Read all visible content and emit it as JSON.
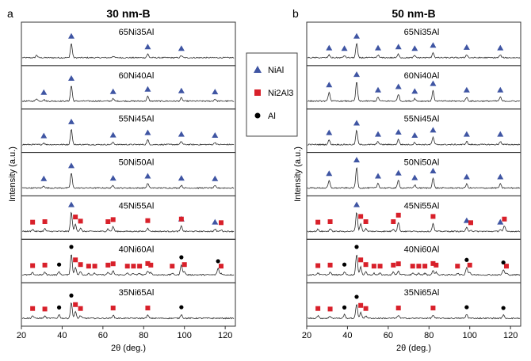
{
  "colors": {
    "NiAl": "#3f55a3",
    "Ni2Al3": "#d8202a",
    "Al": "#000000",
    "trace": "#2a2a2a"
  },
  "legend": {
    "placement": "center, between panels",
    "items": [
      {
        "key": "NiAl",
        "label": "NiAl",
        "marker": "triangle"
      },
      {
        "key": "Ni2Al3",
        "label": "Ni2Al3",
        "marker": "square"
      },
      {
        "key": "Al",
        "label": "Al",
        "marker": "circle"
      }
    ]
  },
  "chart_data": [
    {
      "type": "line",
      "panel_letter": "a",
      "title": "30 nm-B",
      "xlabel": "2θ (deg.)",
      "ylabel": "Intensity (a.u.)",
      "xlim": [
        20,
        125
      ],
      "xticks": [
        20,
        40,
        60,
        80,
        100,
        120
      ],
      "series": [
        {
          "name": "65Ni35Al",
          "peaks": [
            [
              44.5,
              0.55
            ],
            [
              65,
              0.06
            ],
            [
              82,
              0.14
            ],
            [
              98.5,
              0.08
            ],
            [
              27.5,
              0.1
            ]
          ],
          "markers": [
            {
              "phase": "NiAl",
              "x": [
                44.5,
                82,
                98.5
              ]
            }
          ]
        },
        {
          "name": "60Ni40Al",
          "peaks": [
            [
              31,
              0.06
            ],
            [
              44.5,
              0.6
            ],
            [
              65,
              0.09
            ],
            [
              82,
              0.18
            ],
            [
              98.5,
              0.12
            ],
            [
              115,
              0.08
            ],
            [
              27.5,
              0.1
            ]
          ],
          "markers": [
            {
              "phase": "NiAl",
              "x": [
                31,
                44.5,
                65,
                82,
                98.5,
                115
              ]
            }
          ]
        },
        {
          "name": "55Ni45Al",
          "peaks": [
            [
              31,
              0.06
            ],
            [
              44.5,
              0.6
            ],
            [
              65,
              0.09
            ],
            [
              82,
              0.18
            ],
            [
              98.5,
              0.12
            ],
            [
              115,
              0.08
            ]
          ],
          "markers": [
            {
              "phase": "NiAl",
              "x": [
                31,
                44.5,
                65,
                82,
                98.5,
                115
              ]
            }
          ]
        },
        {
          "name": "50Ni50Al",
          "peaks": [
            [
              31,
              0.08
            ],
            [
              44.5,
              0.58
            ],
            [
              65,
              0.1
            ],
            [
              82,
              0.18
            ],
            [
              98.5,
              0.1
            ],
            [
              115,
              0.08
            ]
          ],
          "markers": [
            {
              "phase": "NiAl",
              "x": [
                31,
                44.5,
                65,
                82,
                98.5,
                115
              ]
            }
          ]
        },
        {
          "name": "45Ni55Al",
          "peaks": [
            [
              25.5,
              0.08
            ],
            [
              31.5,
              0.1
            ],
            [
              44.5,
              0.75
            ],
            [
              46.5,
              0.28
            ],
            [
              49,
              0.12
            ],
            [
              62.5,
              0.1
            ],
            [
              65,
              0.18
            ],
            [
              82,
              0.14
            ],
            [
              98.5,
              0.2
            ],
            [
              115,
              0.08
            ],
            [
              118,
              0.06
            ]
          ],
          "markers": [
            {
              "phase": "NiAl",
              "x": [
                44.5,
                98.5,
                115
              ]
            },
            {
              "phase": "Ni2Al3",
              "x": [
                25.5,
                31.5,
                46.5,
                49,
                62.5,
                65,
                82,
                98.5,
                118
              ]
            }
          ]
        },
        {
          "name": "40Ni60Al",
          "peaks": [
            [
              25.5,
              0.08
            ],
            [
              31.5,
              0.1
            ],
            [
              38.5,
              0.12
            ],
            [
              44.5,
              0.8
            ],
            [
              46.5,
              0.3
            ],
            [
              49,
              0.12
            ],
            [
              53,
              0.06
            ],
            [
              56,
              0.06
            ],
            [
              62.5,
              0.1
            ],
            [
              65,
              0.15
            ],
            [
              72,
              0.06
            ],
            [
              75,
              0.06
            ],
            [
              78,
              0.06
            ],
            [
              82,
              0.16
            ],
            [
              83.5,
              0.1
            ],
            [
              94,
              0.06
            ],
            [
              98.5,
              0.4
            ],
            [
              100,
              0.12
            ],
            [
              116.5,
              0.25
            ],
            [
              118,
              0.06
            ]
          ],
          "markers": [
            {
              "phase": "Ni2Al3",
              "x": [
                25.5,
                31.5,
                46.5,
                49,
                53,
                56,
                62.5,
                65,
                72,
                75,
                78,
                82,
                83.5,
                94,
                100,
                118
              ]
            },
            {
              "phase": "Al",
              "x": [
                38.5,
                44.5,
                98.5,
                116.5
              ]
            }
          ]
        },
        {
          "name": "35Ni65Al",
          "peaks": [
            [
              25.5,
              0.1
            ],
            [
              31.5,
              0.08
            ],
            [
              38.5,
              0.14
            ],
            [
              44.5,
              0.6
            ],
            [
              46.5,
              0.25
            ],
            [
              49,
              0.1
            ],
            [
              65,
              0.12
            ],
            [
              82,
              0.12
            ],
            [
              98.5,
              0.15
            ]
          ],
          "markers": [
            {
              "phase": "Ni2Al3",
              "x": [
                25.5,
                31.5,
                46.5,
                49,
                65,
                82
              ]
            },
            {
              "phase": "Al",
              "x": [
                38.5,
                44.5,
                98.5
              ]
            }
          ]
        }
      ]
    },
    {
      "type": "line",
      "panel_letter": "b",
      "title": "50 nm-B",
      "xlabel": "2θ (deg.)",
      "ylabel": "Intensity (a.u.)",
      "xlim": [
        20,
        125
      ],
      "xticks": [
        20,
        40,
        60,
        80,
        100,
        120
      ],
      "series": [
        {
          "name": "65Ni35Al",
          "peaks": [
            [
              31,
              0.1
            ],
            [
              38.5,
              0.08
            ],
            [
              44.5,
              0.55
            ],
            [
              55,
              0.1
            ],
            [
              65,
              0.14
            ],
            [
              73,
              0.08
            ],
            [
              82,
              0.2
            ],
            [
              98.5,
              0.12
            ],
            [
              115,
              0.1
            ]
          ],
          "markers": [
            {
              "phase": "NiAl",
              "x": [
                31,
                38.5,
                44.5,
                55,
                65,
                73,
                82,
                98.5,
                115
              ]
            }
          ]
        },
        {
          "name": "60Ni40Al",
          "peaks": [
            [
              31,
              0.35
            ],
            [
              44.5,
              0.75
            ],
            [
              55,
              0.15
            ],
            [
              65,
              0.28
            ],
            [
              73,
              0.1
            ],
            [
              82,
              0.4
            ],
            [
              98.5,
              0.15
            ],
            [
              115,
              0.15
            ]
          ],
          "markers": [
            {
              "phase": "NiAl",
              "x": [
                31,
                44.5,
                55,
                65,
                73,
                82,
                98.5,
                115
              ]
            }
          ]
        },
        {
          "name": "55Ni45Al",
          "peaks": [
            [
              31,
              0.18
            ],
            [
              44.5,
              0.55
            ],
            [
              55,
              0.12
            ],
            [
              65,
              0.2
            ],
            [
              73,
              0.08
            ],
            [
              82,
              0.28
            ],
            [
              98.5,
              0.12
            ],
            [
              115,
              0.12
            ]
          ],
          "markers": [
            {
              "phase": "NiAl",
              "x": [
                31,
                44.5,
                55,
                65,
                73,
                82,
                98.5,
                115
              ]
            }
          ]
        },
        {
          "name": "50Ni50Al",
          "peaks": [
            [
              31,
              0.28
            ],
            [
              44.5,
              0.8
            ],
            [
              55,
              0.18
            ],
            [
              65,
              0.3
            ],
            [
              73,
              0.12
            ],
            [
              82,
              0.38
            ],
            [
              98.5,
              0.15
            ],
            [
              115,
              0.15
            ]
          ],
          "markers": [
            {
              "phase": "NiAl",
              "x": [
                31,
                44.5,
                55,
                65,
                73,
                82,
                98.5,
                115
              ]
            }
          ]
        },
        {
          "name": "45Ni55Al",
          "peaks": [
            [
              25.5,
              0.08
            ],
            [
              31.5,
              0.1
            ],
            [
              44.5,
              0.75
            ],
            [
              46.5,
              0.3
            ],
            [
              49,
              0.1
            ],
            [
              62.5,
              0.1
            ],
            [
              65,
              0.35
            ],
            [
              82,
              0.3
            ],
            [
              98.5,
              0.14
            ],
            [
              100.5,
              0.06
            ],
            [
              115,
              0.08
            ],
            [
              117,
              0.2
            ]
          ],
          "markers": [
            {
              "phase": "NiAl",
              "x": [
                44.5,
                98.5,
                115
              ]
            },
            {
              "phase": "Ni2Al3",
              "x": [
                25.5,
                31.5,
                46.5,
                49,
                62.5,
                65,
                82,
                100.5,
                117
              ]
            }
          ]
        },
        {
          "name": "40Ni60Al",
          "peaks": [
            [
              25.5,
              0.08
            ],
            [
              31.5,
              0.1
            ],
            [
              38.5,
              0.12
            ],
            [
              44.5,
              0.8
            ],
            [
              46.5,
              0.3
            ],
            [
              49,
              0.12
            ],
            [
              53,
              0.06
            ],
            [
              56,
              0.06
            ],
            [
              62.5,
              0.1
            ],
            [
              65,
              0.15
            ],
            [
              72,
              0.06
            ],
            [
              75,
              0.06
            ],
            [
              78,
              0.06
            ],
            [
              82,
              0.16
            ],
            [
              83.5,
              0.1
            ],
            [
              94,
              0.06
            ],
            [
              98.5,
              0.3
            ],
            [
              100,
              0.1
            ],
            [
              116.5,
              0.2
            ],
            [
              118,
              0.06
            ]
          ],
          "markers": [
            {
              "phase": "Ni2Al3",
              "x": [
                25.5,
                31.5,
                46.5,
                49,
                53,
                56,
                62.5,
                65,
                72,
                75,
                78,
                82,
                83.5,
                94,
                100,
                118
              ]
            },
            {
              "phase": "Al",
              "x": [
                38.5,
                44.5,
                98.5,
                116.5
              ]
            }
          ]
        },
        {
          "name": "35Ni65Al",
          "peaks": [
            [
              25.5,
              0.1
            ],
            [
              31.5,
              0.08
            ],
            [
              38.5,
              0.14
            ],
            [
              44.5,
              0.55
            ],
            [
              46.5,
              0.22
            ],
            [
              49,
              0.1
            ],
            [
              65,
              0.12
            ],
            [
              82,
              0.12
            ],
            [
              98.5,
              0.15
            ],
            [
              116.5,
              0.12
            ]
          ],
          "markers": [
            {
              "phase": "Ni2Al3",
              "x": [
                25.5,
                31.5,
                46.5,
                49,
                65,
                82
              ]
            },
            {
              "phase": "Al",
              "x": [
                38.5,
                44.5,
                98.5,
                116.5
              ]
            }
          ]
        }
      ]
    }
  ]
}
